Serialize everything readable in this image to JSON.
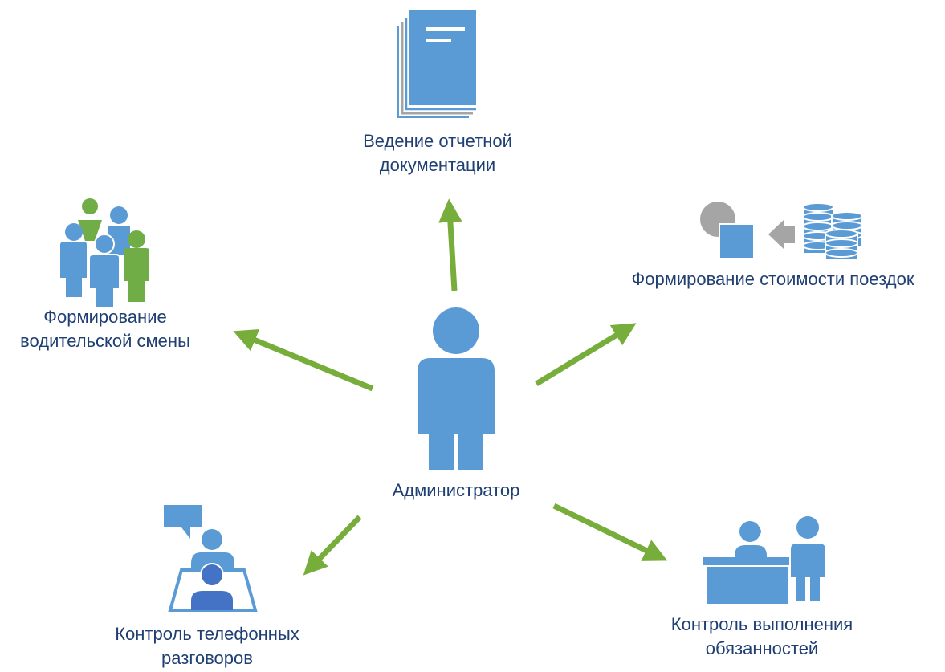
{
  "colors": {
    "blue": "#5b9bd5",
    "dark_blue": "#4472c4",
    "green": "#70ad47",
    "gray": "#a5a5a5",
    "arrow": "#77ad3a",
    "text": "#1f3f73"
  },
  "center": {
    "label": "Администратор",
    "icon": "person-icon"
  },
  "nodes": [
    {
      "id": "reports",
      "icon": "document-stack-icon",
      "line1": "Ведение отчетной",
      "line2": "документации"
    },
    {
      "id": "pricing",
      "icon": "database-pricing-icon",
      "line1": "Формирование стоимости поездок",
      "line2": ""
    },
    {
      "id": "duties",
      "icon": "reception-desk-icon",
      "line1": "Контроль выполнения",
      "line2": "обязанностей"
    },
    {
      "id": "calls",
      "icon": "call-monitoring-icon",
      "line1": "Контроль телефонных",
      "line2": "разговоров"
    },
    {
      "id": "shift",
      "icon": "driver-group-icon",
      "line1": "Формирование",
      "line2": "водительской смены"
    }
  ]
}
